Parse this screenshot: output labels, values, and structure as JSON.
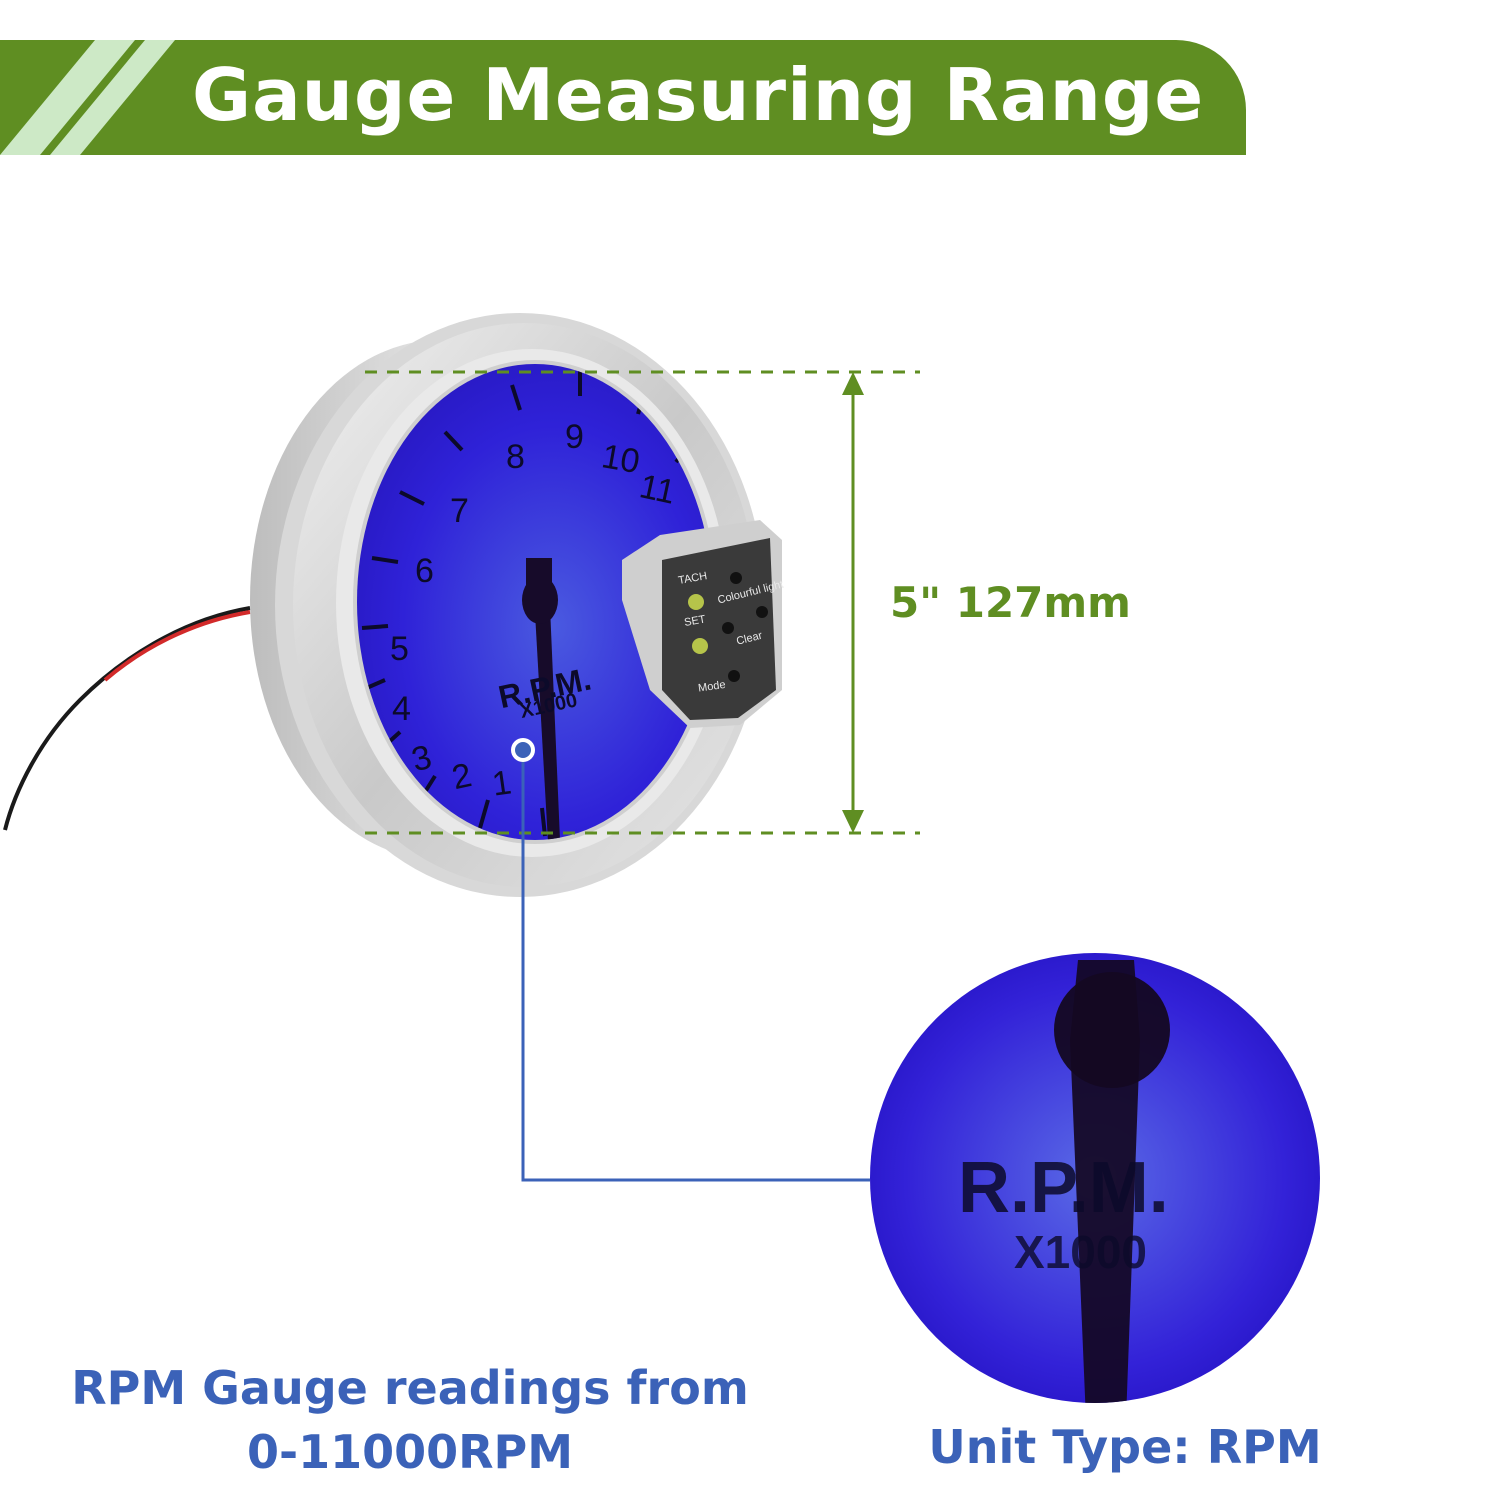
{
  "header": {
    "title": "Gauge Measuring Range",
    "color": "#5f8e22"
  },
  "dimension": {
    "label": "5\" 127mm",
    "color": "#5f8e22"
  },
  "gauge": {
    "dial_numbers": [
      "1",
      "2",
      "3",
      "4",
      "5",
      "6",
      "7",
      "8",
      "9",
      "10",
      "11"
    ],
    "dial_label": "R.P.M.",
    "dial_sublabel": "X1000",
    "face_color": "#2e1ed6",
    "control_panel": {
      "tach_label": "TACH",
      "set_label": "SET",
      "colourful_light_label": "Colourful light",
      "clear_label": "Clear",
      "mode_label": "Mode"
    }
  },
  "zoom": {
    "label": "R.P.M.",
    "sublabel": "X1000"
  },
  "captions": {
    "left_line1": "RPM Gauge readings from",
    "left_line2": "0-11000RPM",
    "right": "Unit Type: RPM",
    "color": "#3b62b8"
  }
}
